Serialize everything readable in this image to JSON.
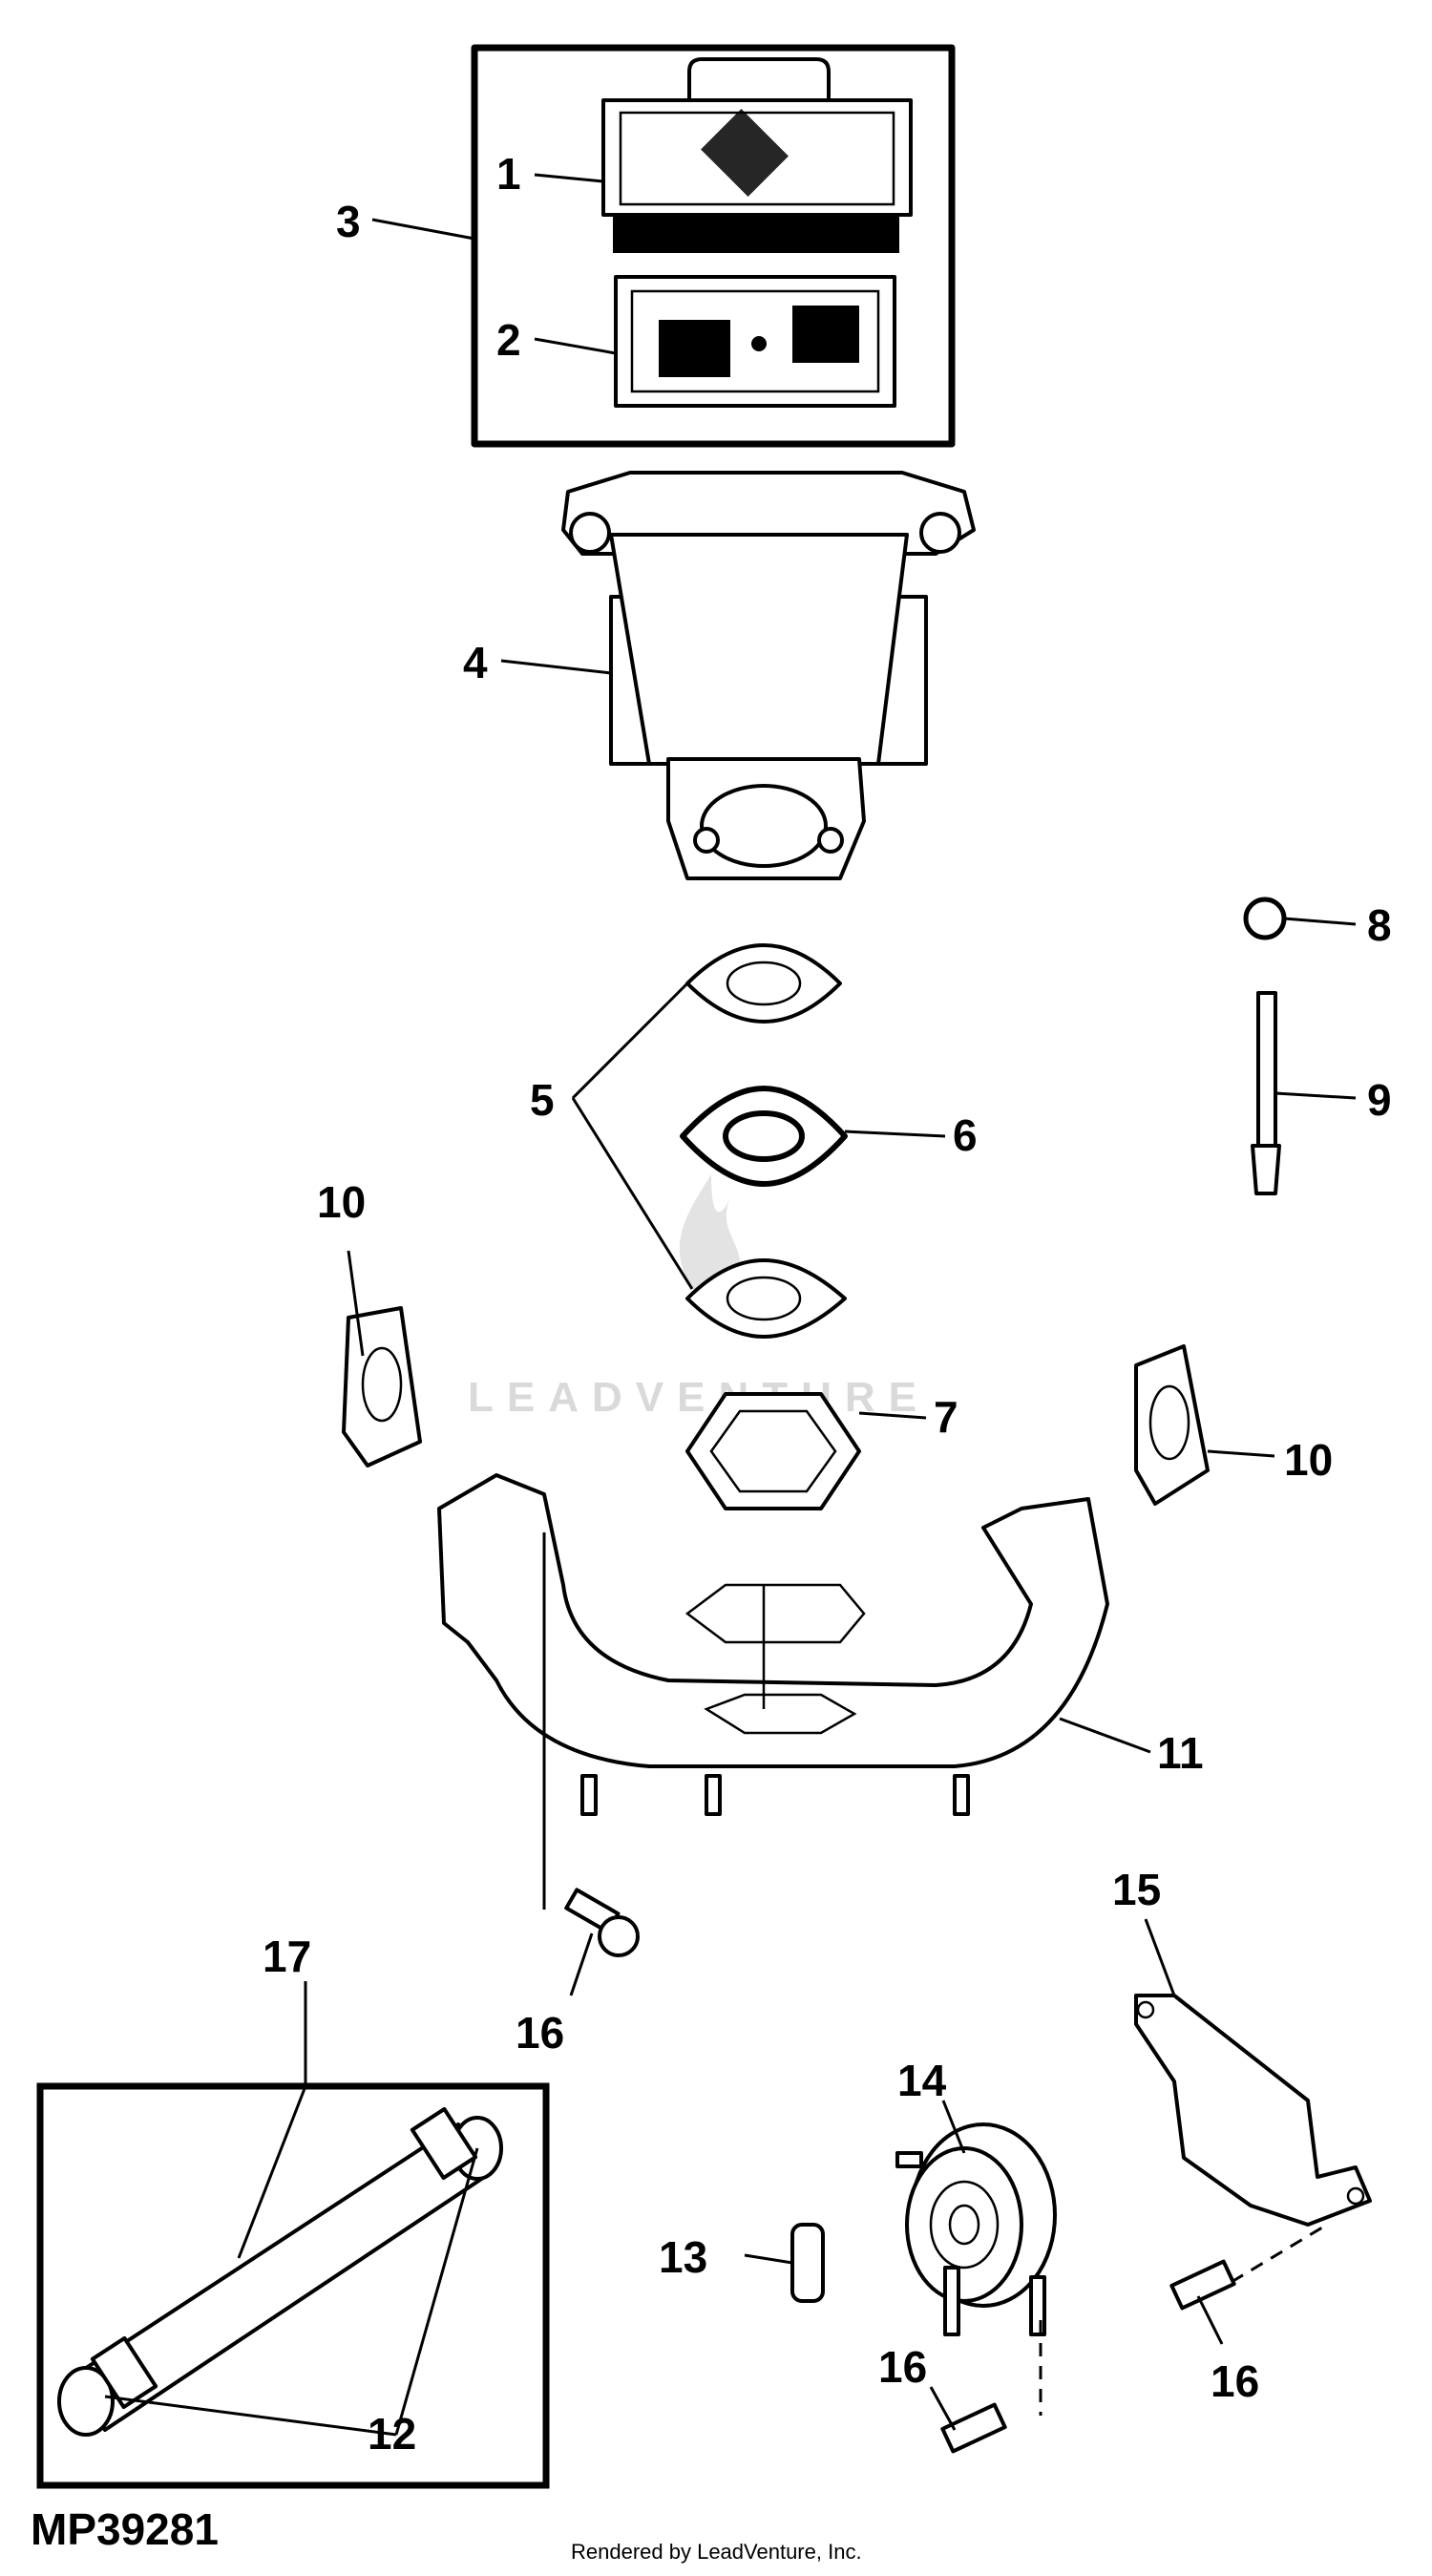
{
  "callouts": [
    "1",
    "2",
    "3",
    "4",
    "5",
    "6",
    "7",
    "8",
    "9",
    "10",
    "10",
    "11",
    "12",
    "13",
    "14",
    "15",
    "16",
    "16",
    "16",
    "17"
  ],
  "figure_id": "MP39281",
  "watermark": "LEADVENTURE",
  "rendered_by": "Rendered by LeadVenture, Inc."
}
